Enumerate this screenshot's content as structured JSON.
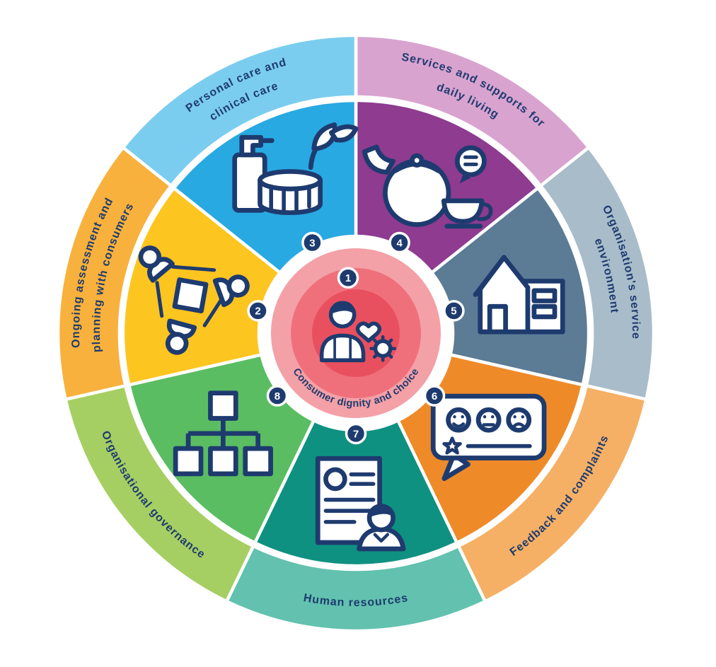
{
  "diagram": {
    "colors": {
      "navy": "#1E3B6F",
      "background": "#FFFFFF",
      "badge_fill": "#1E3B6F",
      "badge_ring": "#FFFFFF",
      "badge_text": "#FFFFFF",
      "separator": "#FFFFFF"
    },
    "center": {
      "number": "1",
      "label": "Consumer dignity and choice",
      "icon": "person-heart-gear-icon",
      "ring_colors": {
        "outer": "#F4A0A7",
        "middle": "#EF707B",
        "inner": "#E85060"
      }
    },
    "segments": [
      {
        "number": "4",
        "label_lines": [
          "Services and supports for",
          "daily living"
        ],
        "icon": "teapot-cup-icon",
        "inner_color": "#8E3B90",
        "outer_color": "#D9A3CF"
      },
      {
        "number": "5",
        "label_lines": [
          "Organisation's service",
          "environment"
        ],
        "icon": "house-icon",
        "inner_color": "#5C7B95",
        "outer_color": "#A9BCCA"
      },
      {
        "number": "6",
        "label_lines": [
          "Feedback and complaints"
        ],
        "icon": "feedback-faces-icon",
        "inner_color": "#EF8A28",
        "outer_color": "#F5B065"
      },
      {
        "number": "7",
        "label_lines": [
          "Human resources"
        ],
        "icon": "resume-person-icon",
        "inner_color": "#0F9181",
        "outer_color": "#62C1AF"
      },
      {
        "number": "8",
        "label_lines": [
          "Organisational governance"
        ],
        "icon": "org-chart-icon",
        "inner_color": "#5ABD62",
        "outer_color": "#A6CF63"
      },
      {
        "number": "2",
        "label_lines": [
          "Ongoing assessment and",
          "planning with consumers"
        ],
        "icon": "people-table-icon",
        "inner_color": "#FDC51F",
        "outer_color": "#F8B13C"
      },
      {
        "number": "3",
        "label_lines": [
          "Personal care and",
          "clinical care"
        ],
        "icon": "toiletries-icon",
        "inner_color": "#29A9E1",
        "outer_color": "#7BCDEF"
      }
    ]
  }
}
